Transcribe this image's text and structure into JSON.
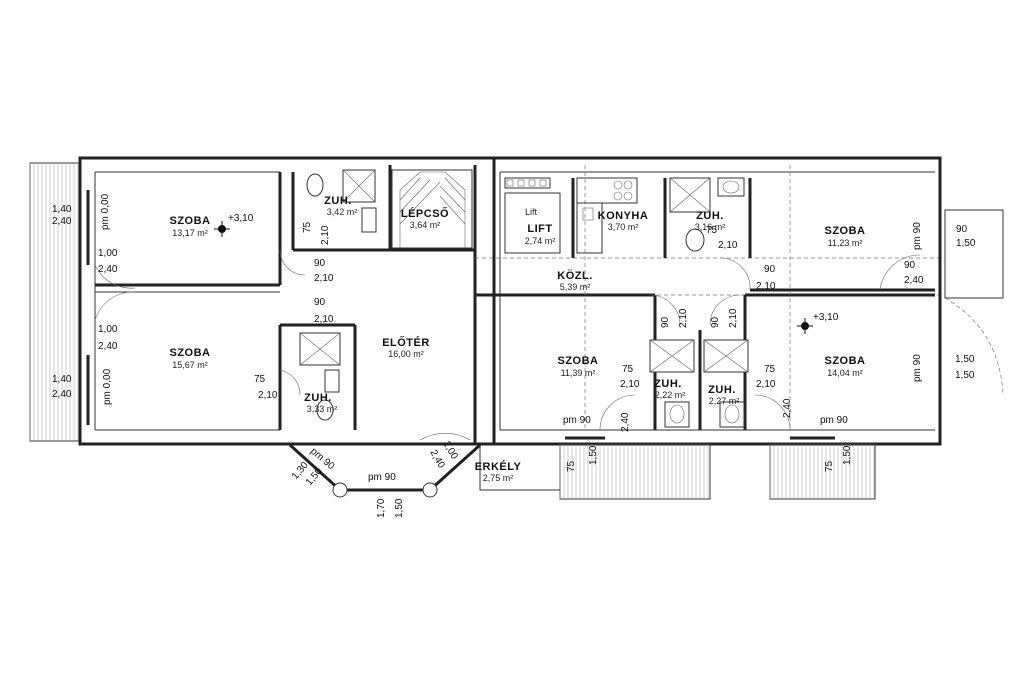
{
  "rooms": [
    {
      "id": "szoba-nw",
      "name": "SZOBA",
      "area": "13,17 m²",
      "level": "+3,10"
    },
    {
      "id": "zuh-top",
      "name": "ZUH.",
      "area": "3,42 m²"
    },
    {
      "id": "lepcso",
      "name": "LÉPCSŐ",
      "area": "3,64 m²"
    },
    {
      "id": "szoba-w",
      "name": "SZOBA",
      "area": "15,67 m²"
    },
    {
      "id": "zuh-w",
      "name": "ZUH.",
      "area": "3,33 m²"
    },
    {
      "id": "eloter",
      "name": "ELŐTÉR",
      "area": "16,00 m²"
    },
    {
      "id": "erkely",
      "name": "ERKÉLY",
      "area": "2,75 m²"
    },
    {
      "id": "lift",
      "name": "LIFT",
      "area": "2,74 m²",
      "tag": "Lift"
    },
    {
      "id": "konyha",
      "name": "KONYHA",
      "area": "3,70 m²"
    },
    {
      "id": "zuh-ne",
      "name": "ZUH.",
      "area": "3,16 m²"
    },
    {
      "id": "szoba-ne",
      "name": "SZOBA",
      "area": "11,23 m²"
    },
    {
      "id": "kozl",
      "name": "KÖZL.",
      "area": "5,39 m²"
    },
    {
      "id": "szoba-s1",
      "name": "SZOBA",
      "area": "11,39 m²"
    },
    {
      "id": "zuh-s1",
      "name": "ZUH.",
      "area": "2,22 m²"
    },
    {
      "id": "zuh-s2",
      "name": "ZUH.",
      "area": "2,27 m²"
    },
    {
      "id": "szoba-se",
      "name": "SZOBA",
      "area": "14,04 m²",
      "level": "+3,10"
    }
  ],
  "dims": {
    "w1a": "1,40",
    "w1b": "2,40",
    "pm1": "pm 0,00",
    "d1a": "1,00",
    "d1b": "2,40",
    "d2a": "1,00",
    "d2b": "2,40",
    "w2a": "1,40",
    "w2b": "2,40",
    "pm2": "pm 0,00",
    "zt75": "75",
    "zt210": "2,10",
    "c90a": "90",
    "c210a": "2,10",
    "c90b": "90",
    "c210b": "2,10",
    "zw75": "75",
    "zw210": "2,10",
    "pmD": "pm 90",
    "b130": "1,30",
    "b150": "1,50",
    "pm90b": "pm 90",
    "b170": "1,70",
    "b150b": "1,50",
    "e100": "1,00",
    "e240": "2,40",
    "zne75": "75",
    "zne210": "2,10",
    "kz90": "90",
    "kz210": "2,10",
    "ne90": "90",
    "ne240": "2,40",
    "nepm": "pm 90",
    "rw90": "90",
    "rw150": "1,50",
    "c90c": "90",
    "c210c": "2,10",
    "c90d": "90",
    "c210d": "2,10",
    "s1_75": "75",
    "s1_210": "2,10",
    "s2_75": "75",
    "s2_210": "2,10",
    "pm90s1": "pm 90",
    "s1_240": "2,40",
    "s1b75": "75",
    "s1b150": "1,50",
    "pm90s2": "pm 90",
    "s2_240": "2,40",
    "s2b75": "75",
    "s2b150": "1,50",
    "se_pm": "pm 90",
    "se150": "1,50",
    "se150b": "1,50"
  },
  "colors": {
    "wall": "#222222",
    "background": "#ffffff"
  }
}
